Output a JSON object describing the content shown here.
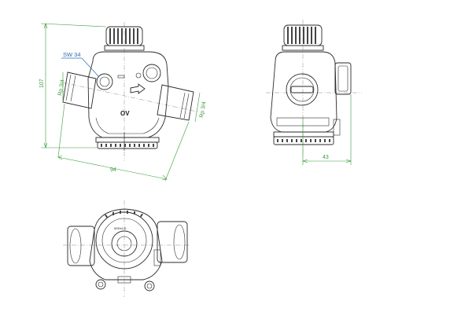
{
  "colors": {
    "dimension": "#3a9a3a",
    "wrench_label": "#2b6cb0",
    "outline": "#2a2a2a"
  },
  "views": {
    "front": {
      "wrench_label": "SW 34",
      "dim_height": "107",
      "dim_length": "94",
      "inlet_thread": "Rp 3/4",
      "outlet_thread": "Rp 3/4",
      "marking": "OV"
    },
    "side": {
      "dim_depth": "43"
    },
    "bottom": {
      "cap_text": "M30x1.5"
    }
  }
}
